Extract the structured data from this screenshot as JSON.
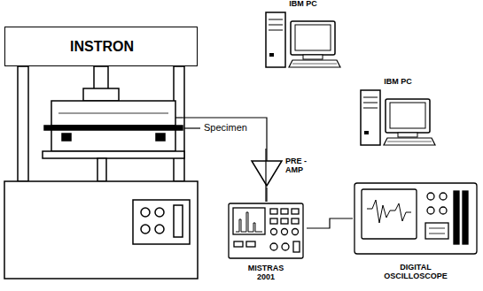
{
  "diagram": {
    "nodes": [
      {
        "text": [
          "IBM PC"
        ]
      },
      {
        "text": [
          "INSTRON"
        ]
      },
      {
        "text": [
          "IBM PC"
        ]
      },
      {
        "text": [
          "PRE -AMP"
        ]
      },
      {
        "text": [
          "MISTRAS 2001"
        ]
      },
      {
        "text": [
          "DIGITAL OSCILLOSCOPE"
        ]
      }
    ],
    "edges": [
      {
        "from": 3,
        "to": 4,
        "arrow": "none"
      },
      {
        "from": 4,
        "to": 2,
        "arrow": "none"
      },
      {
        "from": 4,
        "to": 5,
        "arrow": "none"
      }
    ],
    "labels": [
      "Specimen"
    ]
  }
}
